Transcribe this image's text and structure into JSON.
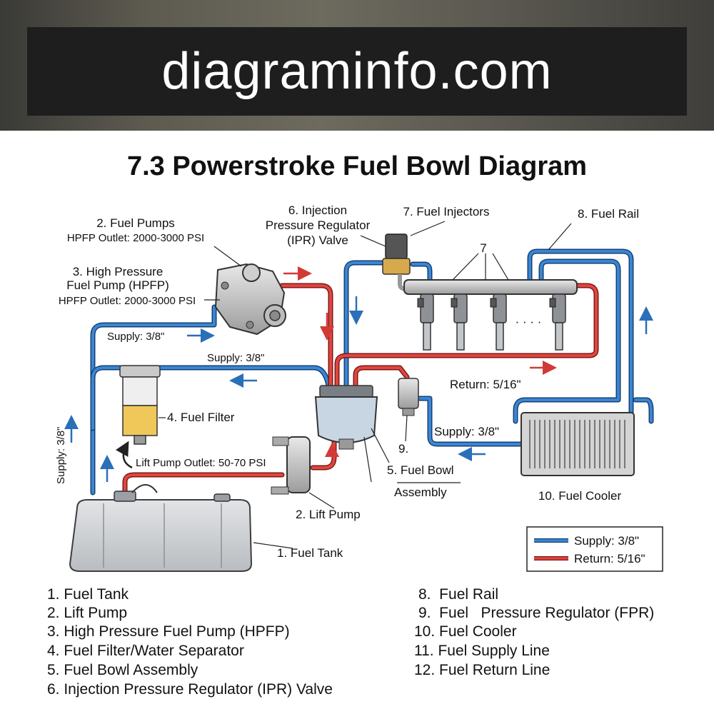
{
  "banner": {
    "site": "diagraminfo.com"
  },
  "title": "7.3 Powerstroke Fuel Bowl Diagram",
  "colors": {
    "supply": "#2a6fb8",
    "return": "#d23a36"
  },
  "labels": {
    "fuel_pumps": "2. Fuel Pumps",
    "hpfp_outlet_1": "HPFP Outlet: 2000-3000 PSI",
    "hpfp_line1": "3. High Pressure",
    "hpfp_line2": "Fuel Pump (HPFP)",
    "hpfp_outlet_2": "HPFP Outlet: 2000-3000 PSI",
    "ipr_line1": "6. Injection",
    "ipr_line2": "Pressure Regulator",
    "ipr_line3": "(IPR) Valve",
    "injectors": "7. Fuel Injectors",
    "injectors_num": "7",
    "fuel_rail": "8. Fuel Rail",
    "supply_top": "Supply: 3/8\"",
    "supply_mid": "Supply: 3/8\"",
    "supply_left": "Supply: 3/8\"",
    "supply_right": "Supply: 3/8\"",
    "return_mid": "Return: 5/16\"",
    "fuel_filter": "4. Fuel Filter",
    "lift_pump_outlet": "Lift Pump Outlet: 50-70 PSI",
    "lift_pump": "2. Lift Pump",
    "fuel_tank": "1. Fuel Tank",
    "fpr_num": "9.",
    "bowl_line1": "5. Fuel Bowl",
    "bowl_line2": "Assembly",
    "fuel_cooler": "10. Fuel Cooler",
    "injector_dots": "· · · ·"
  },
  "legend_box": {
    "supply": "Supply: 3/8\"",
    "return": "Return: 5/16\""
  },
  "list_left": [
    "1. Fuel Tank",
    "2. Lift Pump",
    "3. High Pressure Fuel Pump (HPFP)",
    "4. Fuel Filter/Water Separator",
    "5. Fuel Bowl Assembly",
    "6. Injection Pressure Regulator (IPR) Valve"
  ],
  "list_right": [
    "8.  Fuel Rail",
    "9.  Fuel   Pressure Regulator (FPR)",
    "10. Fuel Cooler",
    "11. Fuel Supply Line",
    "12. Fuel Return Line"
  ]
}
